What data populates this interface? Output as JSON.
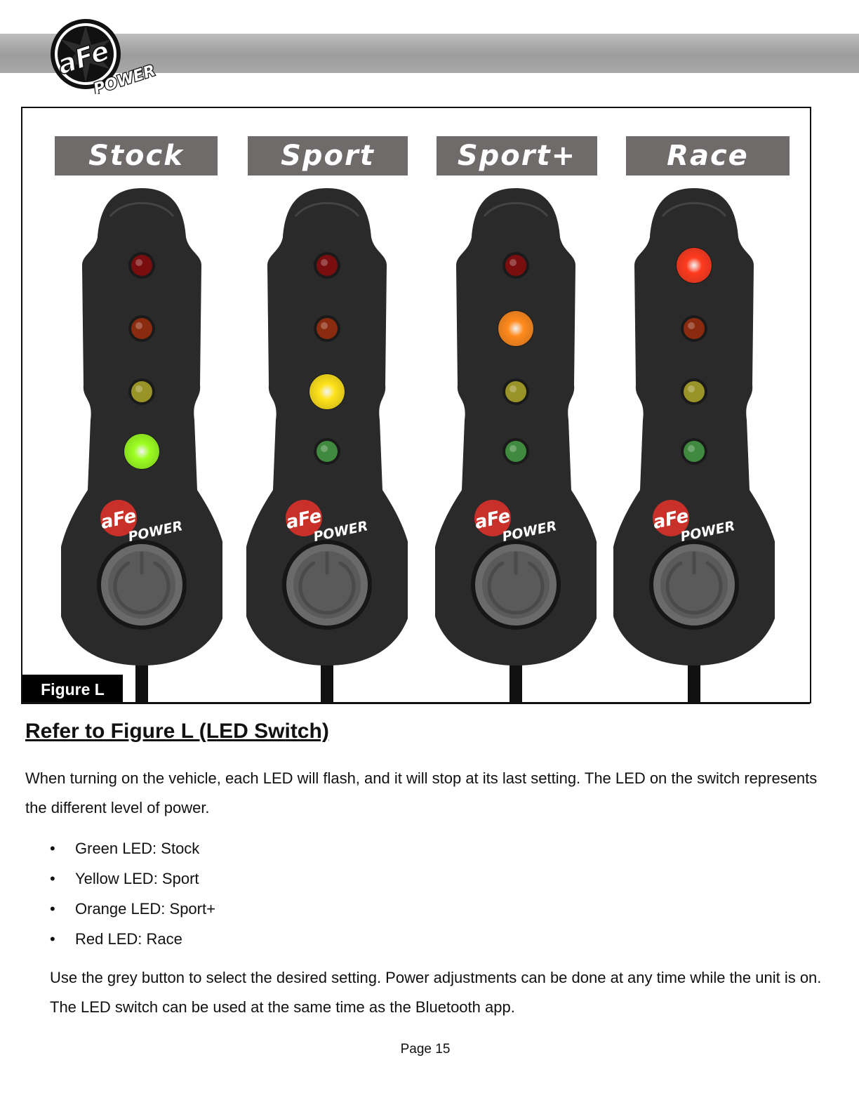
{
  "header": {
    "logo_text_1": "aFe",
    "logo_text_2": "POWER"
  },
  "figure": {
    "modes": [
      {
        "label": "Stock",
        "active_led": "green"
      },
      {
        "label": "Sport",
        "active_led": "yellow"
      },
      {
        "label": "Sport+",
        "active_led": "orange"
      },
      {
        "label": "Race",
        "active_led": "red"
      }
    ],
    "device_logo_1": "aFe",
    "device_logo_2": "POWER",
    "caption": "Figure L",
    "colors": {
      "label_bg": "#6f6b6b",
      "device_body": "#2a2a2a",
      "button": "#6a6a6a",
      "red_on": "#ff3a1e",
      "red_off": "#7a0e0e",
      "orange_on": "#ff8a1c",
      "orange_off": "#8a2a0e",
      "yellow_on": "#ffe21a",
      "yellow_off": "#9a9428",
      "green_on": "#9cff20",
      "green_off": "#3f8a3f"
    }
  },
  "section": {
    "title": "Refer to Figure L (LED Switch)",
    "intro": "When turning on the vehicle, each LED will flash, and it will stop at its last setting. The LED on the switch represents the different level of power.",
    "bullet_char": "•",
    "items": [
      "Green LED: Stock",
      "Yellow LED: Sport",
      "Orange LED: Sport+",
      "Red LED: Race"
    ],
    "outro": "Use the grey button to select the desired setting. Power adjustments can be done at any time while the unit is on. The LED switch can be used at the same time as the Bluetooth app."
  },
  "footer": {
    "page": "Page 15"
  }
}
